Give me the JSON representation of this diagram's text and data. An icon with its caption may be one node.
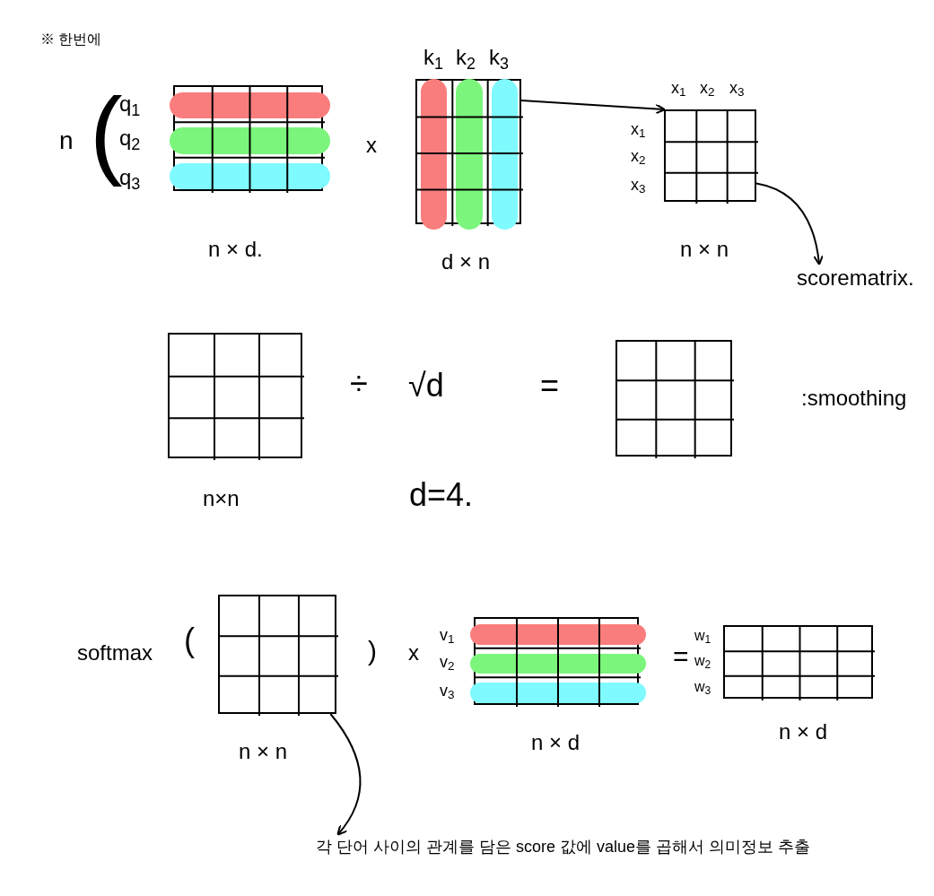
{
  "diagram": {
    "nodes": [
      {
        "text": [],
        "shape": "box",
        "beside": [
          "q$_{1}$",
          "q$_{2}$",
          "q$_{3}$",
          "n × d."
        ]
      },
      {
        "text": [],
        "shape": "box",
        "beside": [
          "k$_{1}$",
          "k$_{2}$",
          "k$_{3}$",
          "d × n"
        ]
      },
      {
        "text": [],
        "shape": "box",
        "beside": [
          "x$_{1}$",
          "x$_{2}$",
          "x$_{3}$",
          "x$_{1}$",
          "x$_{2}$",
          "x$_{3}$",
          "n × n"
        ]
      },
      {
        "text": [
          "scorematrix."
        ]
      },
      {
        "text": [],
        "shape": "box",
        "beside": [
          "n×n"
        ]
      },
      {
        "text": [],
        "shape": "box",
        "beside": [
          ":smoothing"
        ]
      },
      {
        "text": [],
        "shape": "box",
        "beside": [
          "softmax",
          "n × n"
        ]
      },
      {
        "text": [],
        "shape": "box",
        "beside": [
          "v$_{1}$",
          "v$_{2}$",
          "v$_{3}$",
          "n × d"
        ]
      },
      {
        "text": [],
        "shape": "box",
        "beside": [
          "w$_{1}$",
          "w$_{2}$",
          "w$_{3}$",
          "n × d"
        ]
      },
      {
        "text": [
          "각 단어 사이의 관계를 담은 score 값에 value를 곱해서 의미정보 추출"
        ]
      }
    ],
    "edges": [
      {
        "from": 1,
        "to": 2,
        "arrow": "to"
      },
      {
        "from": 2,
        "to": 3,
        "arrow": "to"
      },
      {
        "from": 6,
        "to": 9,
        "arrow": "to"
      }
    ],
    "labels": [
      "※ 한번에",
      "n",
      "(",
      "x",
      "÷",
      "√d",
      "=",
      "d=4.",
      "(",
      ")",
      "x",
      "="
    ]
  }
}
